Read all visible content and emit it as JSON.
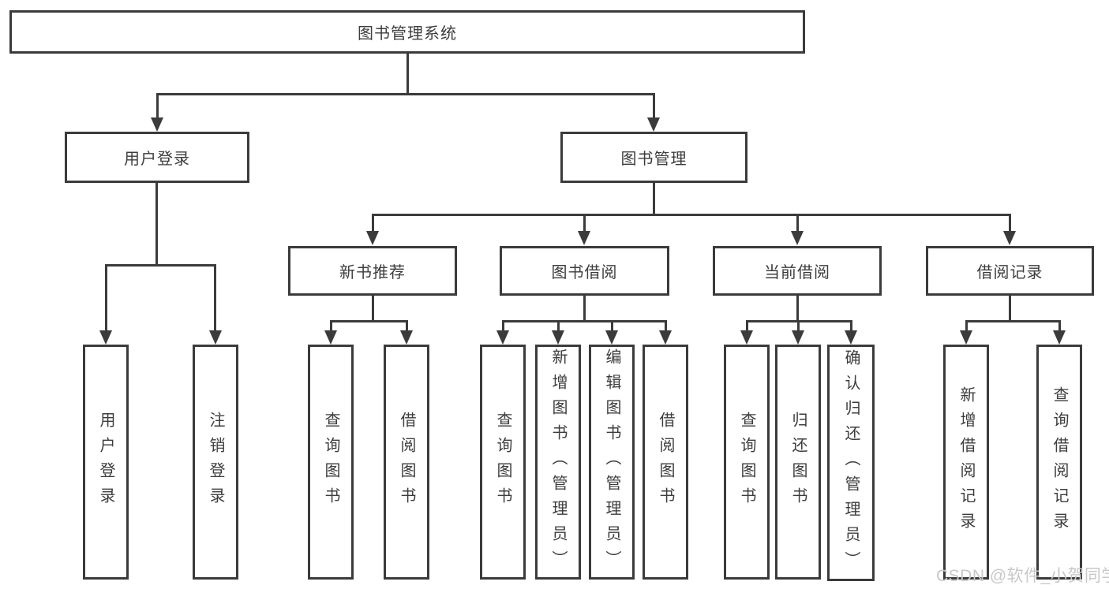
{
  "diagram": {
    "root": {
      "label": "图书管理系统"
    },
    "branches": [
      {
        "label": "用户登录",
        "children": [
          {
            "label": "用户登录"
          },
          {
            "label": "注销登录"
          }
        ]
      },
      {
        "label": "图书管理",
        "children": [
          {
            "label": "新书推荐",
            "children": [
              {
                "label": "查询图书"
              },
              {
                "label": "借阅图书"
              }
            ]
          },
          {
            "label": "图书借阅",
            "children": [
              {
                "label": "查询图书"
              },
              {
                "label": "新增图书（管理员）"
              },
              {
                "label": "编辑图书（管理员）"
              },
              {
                "label": "借阅图书"
              }
            ]
          },
          {
            "label": "当前借阅",
            "children": [
              {
                "label": "查询图书"
              },
              {
                "label": "归还图书"
              },
              {
                "label": "确认归还（管理员）"
              }
            ]
          },
          {
            "label": "借阅记录",
            "children": [
              {
                "label": "新增借阅记录"
              },
              {
                "label": "查询借阅记录"
              }
            ]
          }
        ]
      }
    ],
    "watermark": "CSDN @软件_小贺同学",
    "colors": {
      "line": "#3b3b3b",
      "text": "#3d3d3d",
      "watermark": "#c8c8c8",
      "background": "#ffffff"
    }
  }
}
